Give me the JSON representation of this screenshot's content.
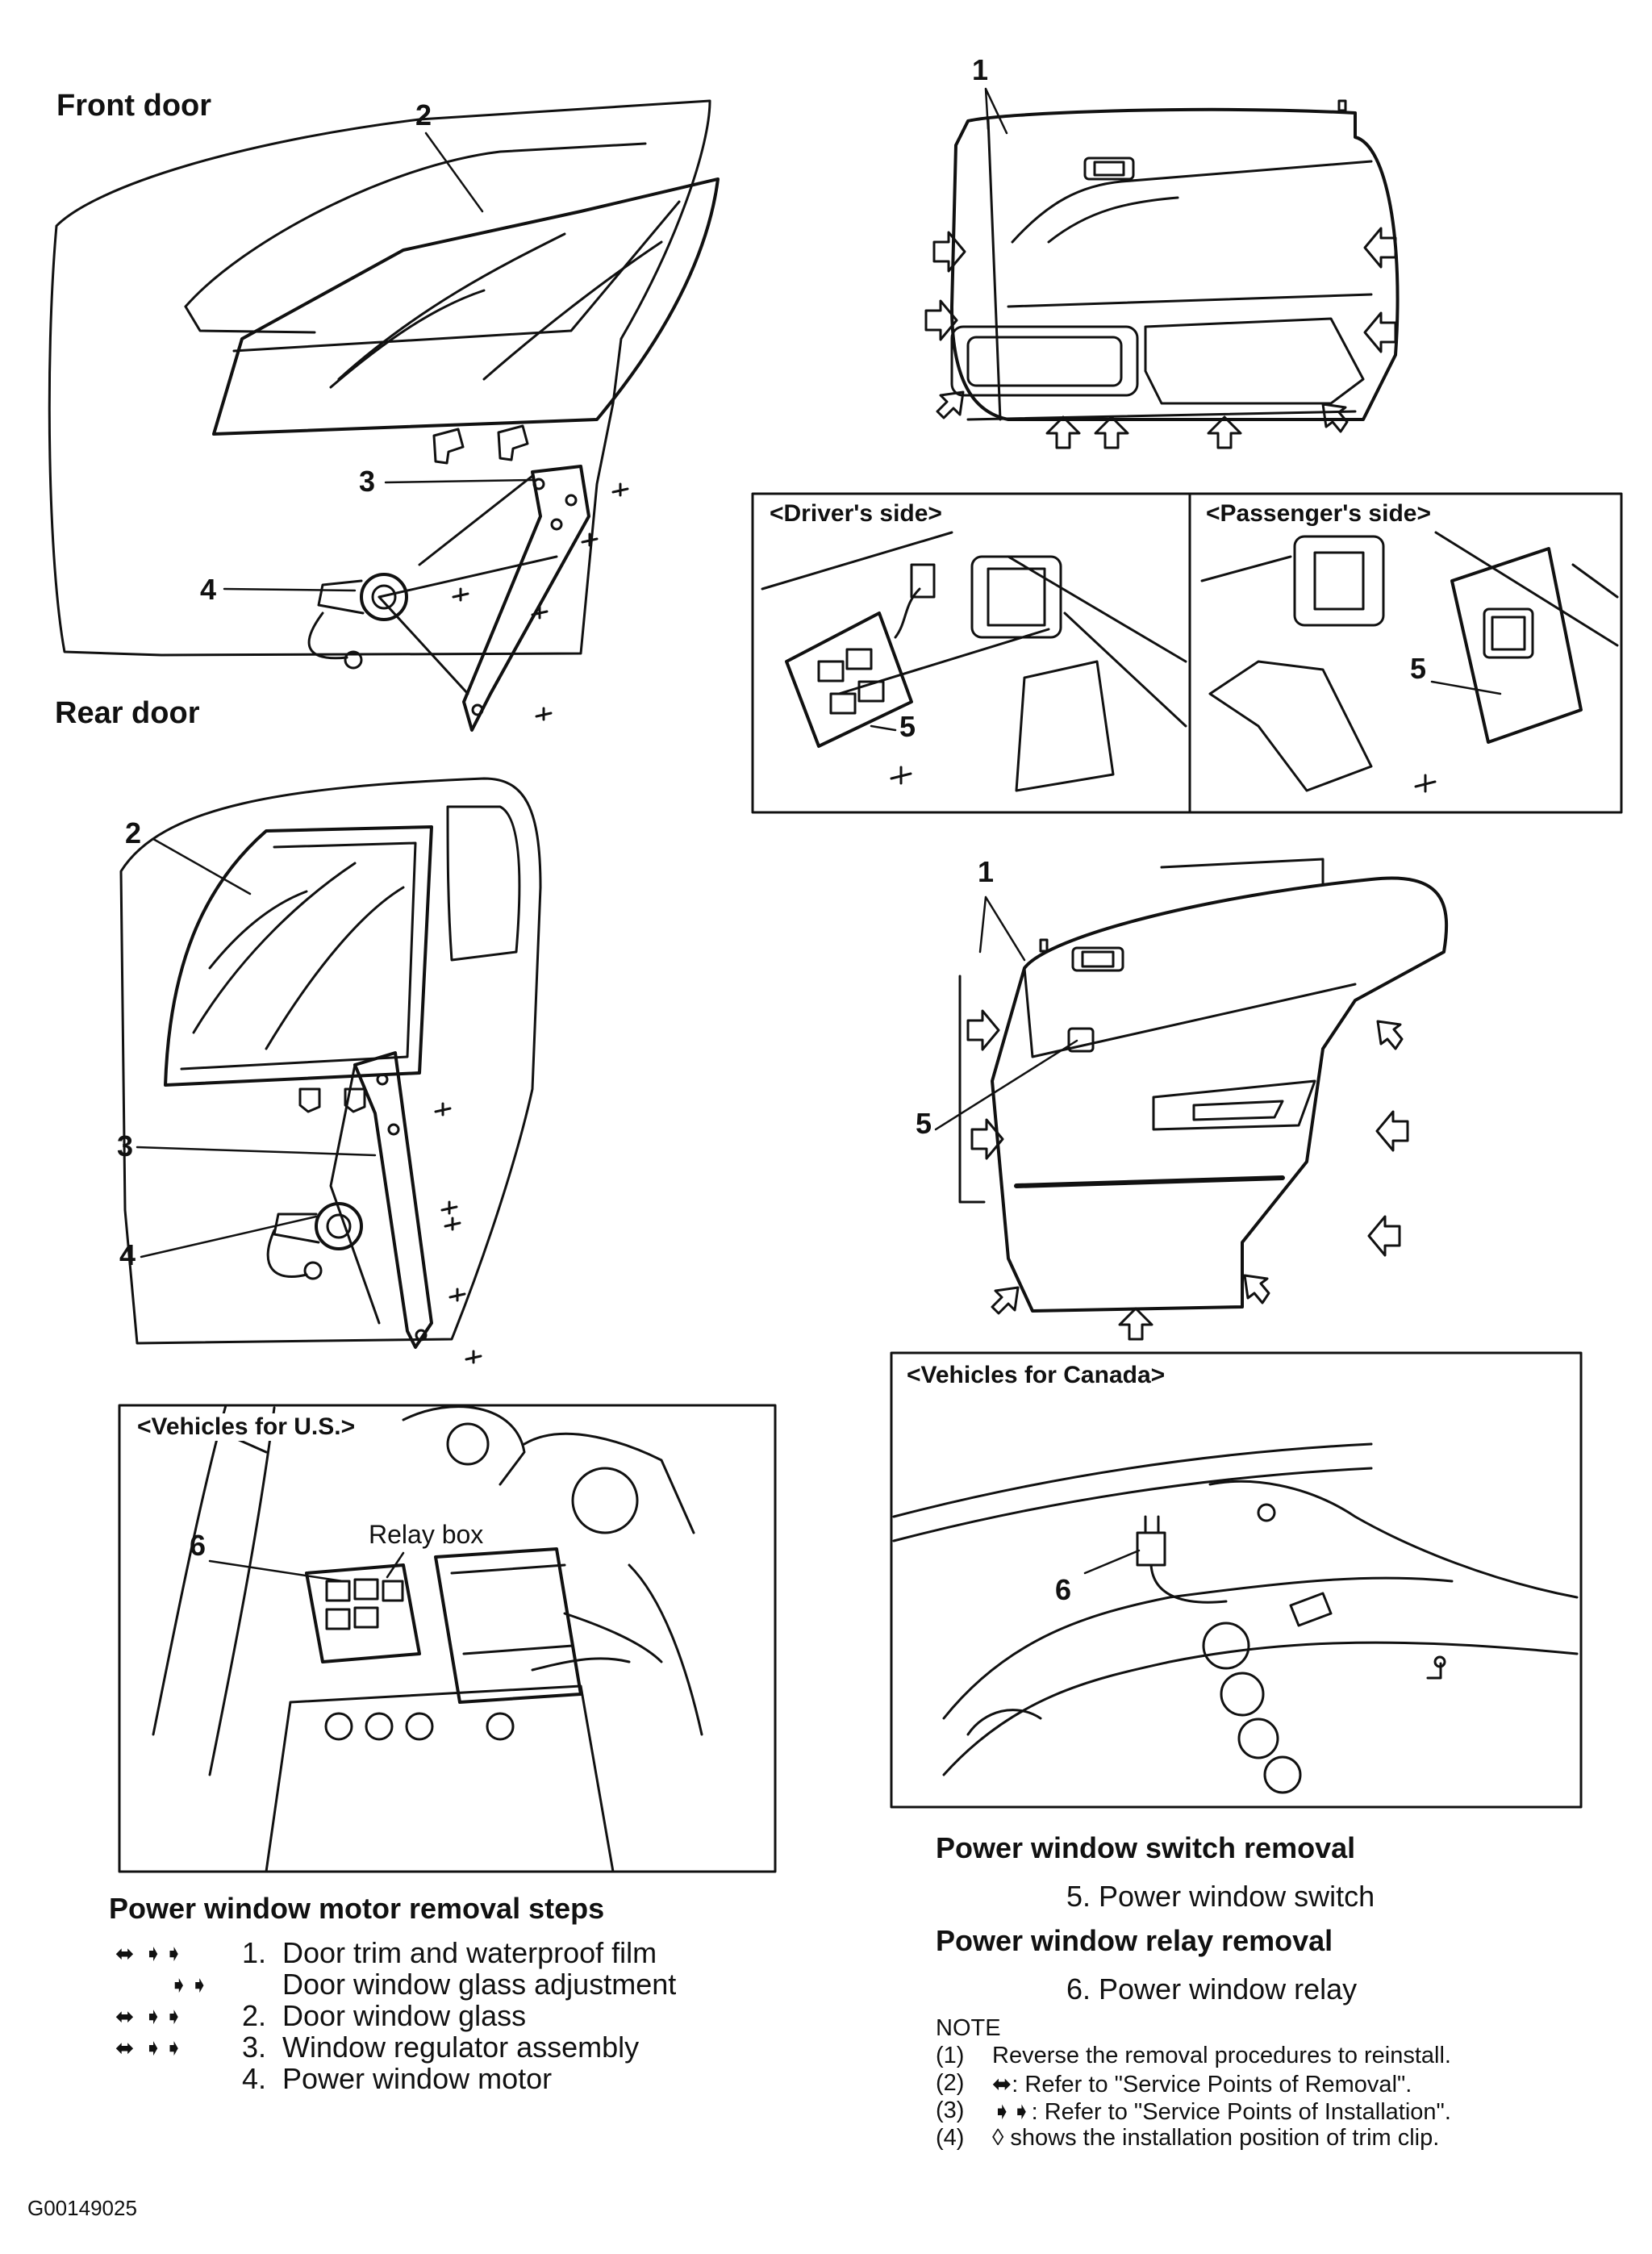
{
  "front_door": {
    "title": "Front door",
    "callouts": [
      "2",
      "3",
      "4"
    ]
  },
  "rear_door": {
    "title": "Rear door",
    "callouts": [
      "2",
      "3",
      "4"
    ]
  },
  "front_trim": {
    "callouts": [
      "1"
    ]
  },
  "rear_trim": {
    "callouts": [
      "1",
      "5"
    ]
  },
  "switch_panels": {
    "driver_label": "<Driver's side>",
    "passenger_label": "<Passenger's side>",
    "driver_callout": "5",
    "passenger_callout": "5"
  },
  "relay_us": {
    "label": "<Vehicles for U.S.>",
    "relay_box_label": "Relay box",
    "callout": "6"
  },
  "relay_canada": {
    "label": "<Vehicles for Canada>",
    "callout": "6"
  },
  "motor_removal": {
    "heading": "Power window motor removal steps",
    "steps": [
      {
        "marks": "⬌ ➧➧",
        "num": "1.",
        "text": "Door trim and waterproof film"
      },
      {
        "marks": "➧➧",
        "num": "",
        "text": "Door window glass adjustment"
      },
      {
        "marks": "⬌ ➧➧",
        "num": "2.",
        "text": "Door window glass"
      },
      {
        "marks": "⬌ ➧➧",
        "num": "3.",
        "text": "Window regulator assembly"
      },
      {
        "marks": "",
        "num": "4.",
        "text": "Power window motor"
      }
    ]
  },
  "switch_removal": {
    "heading": "Power window switch removal",
    "item": "5. Power window switch"
  },
  "relay_removal": {
    "heading": "Power window relay removal",
    "item": "6. Power window relay"
  },
  "note": {
    "title": "NOTE",
    "items": [
      {
        "num": "(1)",
        "text": "Reverse the removal procedures to reinstall."
      },
      {
        "num": "(2)",
        "text": "⬌: Refer to \"Service Points of Removal\"."
      },
      {
        "num": "(3)",
        "text": "➧➧: Refer to \"Service Points of Installation\"."
      },
      {
        "num": "(4)",
        "text": "◊ shows the installation position of trim clip."
      }
    ]
  },
  "figure_code": "G00149025"
}
